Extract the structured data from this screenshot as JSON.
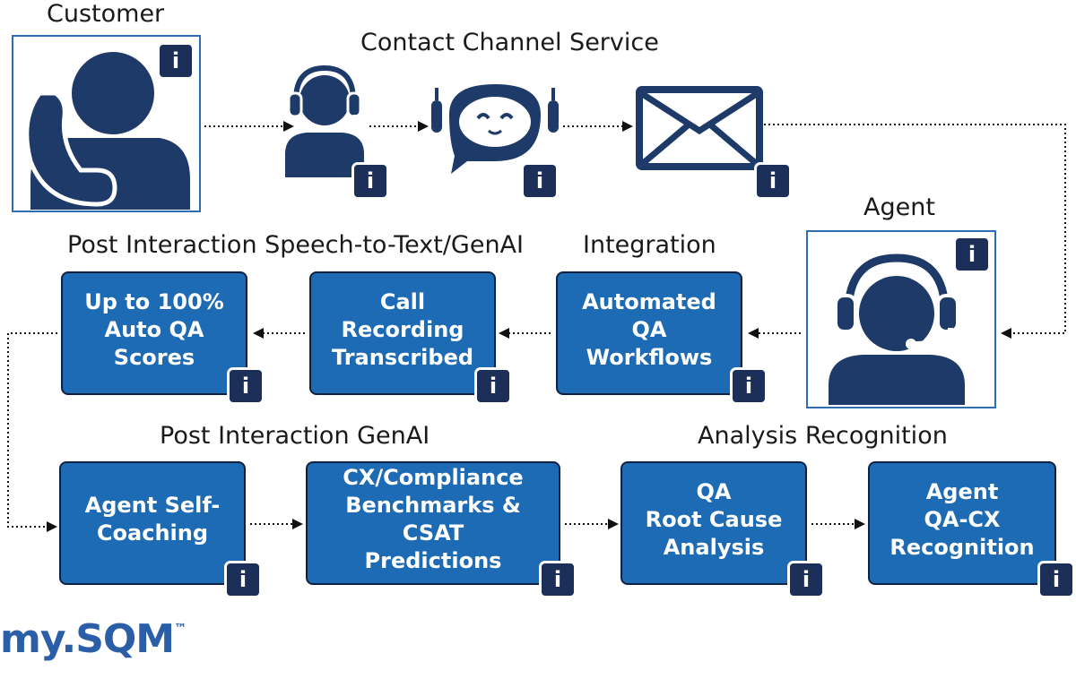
{
  "sections": {
    "customer": "Customer",
    "contact_channel": "Contact Channel Service",
    "agent": "Agent",
    "post_stt": "Post Interaction Speech-to-Text/GenAI",
    "integration": "Integration",
    "post_genai": "Post Interaction GenAI",
    "analysis": "Analysis Recognition"
  },
  "boxes": {
    "auto_qa": [
      "Up to 100%",
      "Auto QA",
      "Scores"
    ],
    "call_recording": [
      "Call",
      "Recording",
      "Transcribed"
    ],
    "automated_qa": [
      "Automated",
      "QA",
      "Workflows"
    ],
    "self_coaching": [
      "Agent Self-",
      "Coaching"
    ],
    "cx_compliance": [
      "CX/Compliance",
      "Benchmarks & CSAT",
      "Predictions"
    ],
    "root_cause": [
      "QA",
      "Root Cause",
      "Analysis"
    ],
    "recognition": [
      "Agent",
      "QA-CX",
      "Recognition"
    ]
  },
  "info_glyph": "i",
  "logo": {
    "text": "my.SQM",
    "trademark": "™"
  },
  "colors": {
    "box_fill": "#1d6bb4",
    "dark_navy": "#1b2f58",
    "icon_navy": "#1e3a68",
    "frame_blue": "#2e6db3"
  },
  "icons": [
    "phone-customer-icon",
    "headset-agent-icon",
    "chatbot-icon",
    "envelope-icon",
    "agent-headset-icon",
    "info-icon"
  ]
}
